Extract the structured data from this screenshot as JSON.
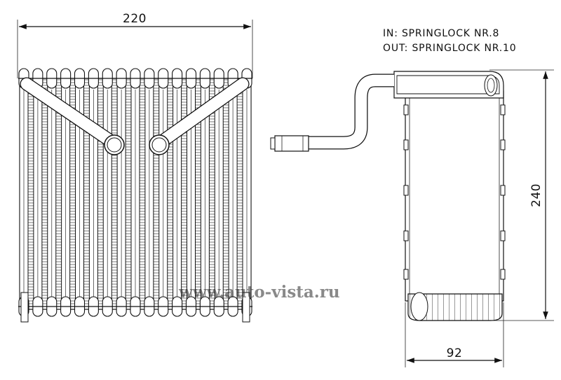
{
  "front_view": {
    "width_dimension": "220"
  },
  "side_view": {
    "height_dimension": "240",
    "depth_dimension": "92"
  },
  "specs": {
    "inlet": "IN: SPRINGLOCK NR.8",
    "outlet": "OUT: SPRINGLOCK NR.10"
  },
  "watermark": "www.auto-vista.ru"
}
